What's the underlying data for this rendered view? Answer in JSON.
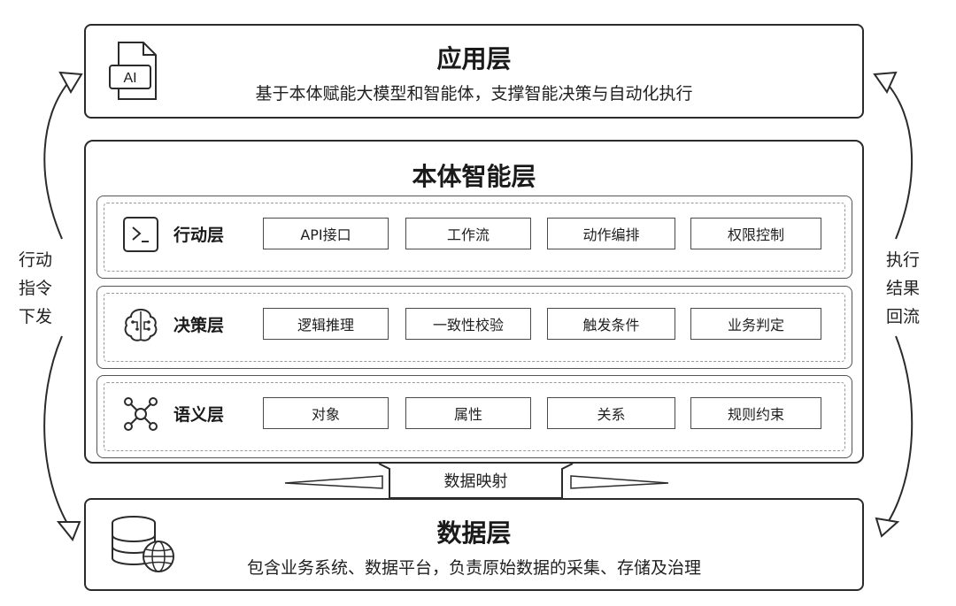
{
  "app_layer": {
    "title": "应用层",
    "icon_text": "AI",
    "description": "基于本体赋能大模型和智能体，支撑智能决策与自动化执行"
  },
  "ontology_layer": {
    "title": "本体智能层",
    "sublayers": [
      {
        "label": "行动层",
        "icon": "terminal-icon",
        "items": [
          "API接口",
          "工作流",
          "动作编排",
          "权限控制"
        ]
      },
      {
        "label": "决策层",
        "icon": "brain-icon",
        "items": [
          "逻辑推理",
          "一致性校验",
          "触发条件",
          "业务判定"
        ]
      },
      {
        "label": "语义层",
        "icon": "network-icon",
        "items": [
          "对象",
          "属性",
          "关系",
          "规则约束"
        ]
      }
    ]
  },
  "data_mapping": "数据映射",
  "data_layer": {
    "title": "数据层",
    "icon": "database-globe-icon",
    "description": "包含业务系统、数据平台，负责原始数据的采集、存储及治理"
  },
  "left_flow": [
    "行动",
    "指令",
    "下发"
  ],
  "right_flow": [
    "执行",
    "结果",
    "回流"
  ],
  "colors": {
    "stroke": "#2b2b2b",
    "text": "#1a1a1a",
    "background": "#ffffff"
  }
}
